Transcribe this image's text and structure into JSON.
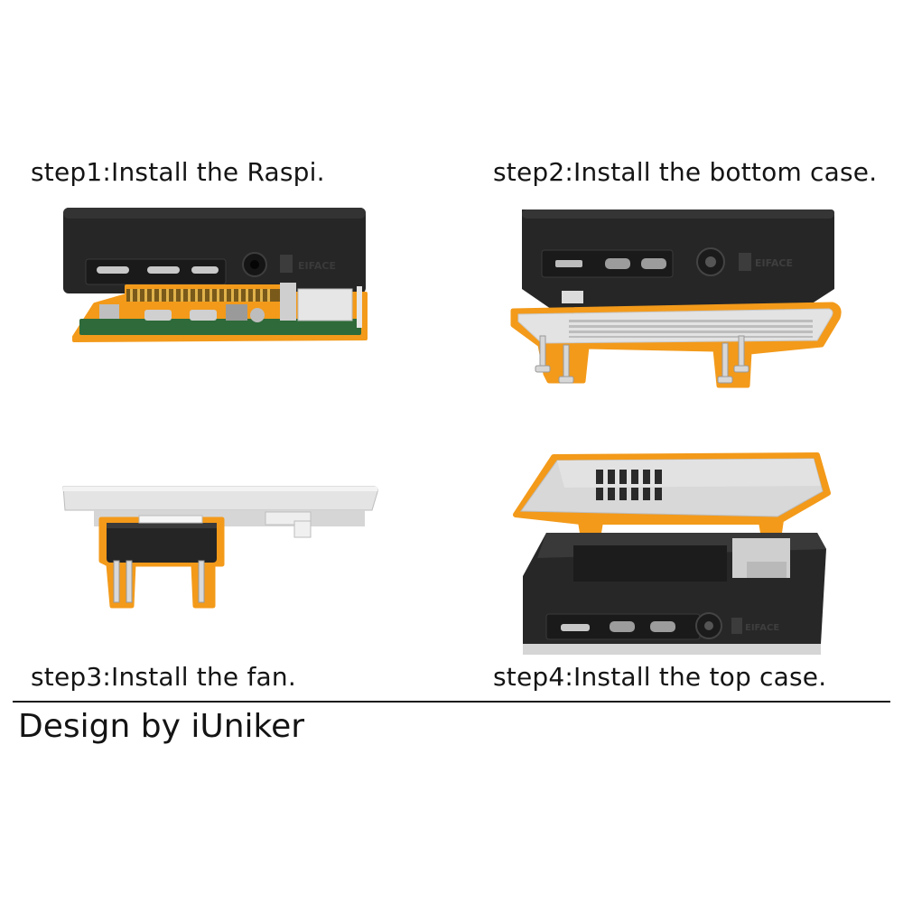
{
  "steps": [
    {
      "caption": "step1:Install the Raspi."
    },
    {
      "caption": "step2:Install the bottom case."
    },
    {
      "caption": "step3:Install the fan."
    },
    {
      "caption": "step4:Install the top case."
    }
  ],
  "credit": "Design by iUniker",
  "logo_text": "EIFACE",
  "colors": {
    "highlight_outline": "#f39a1a",
    "case_black": "#232323",
    "aluminum": "#d9d9d9",
    "pcb_green": "#2e6a3a",
    "divider": "#1b1b1b",
    "text": "#141414"
  }
}
